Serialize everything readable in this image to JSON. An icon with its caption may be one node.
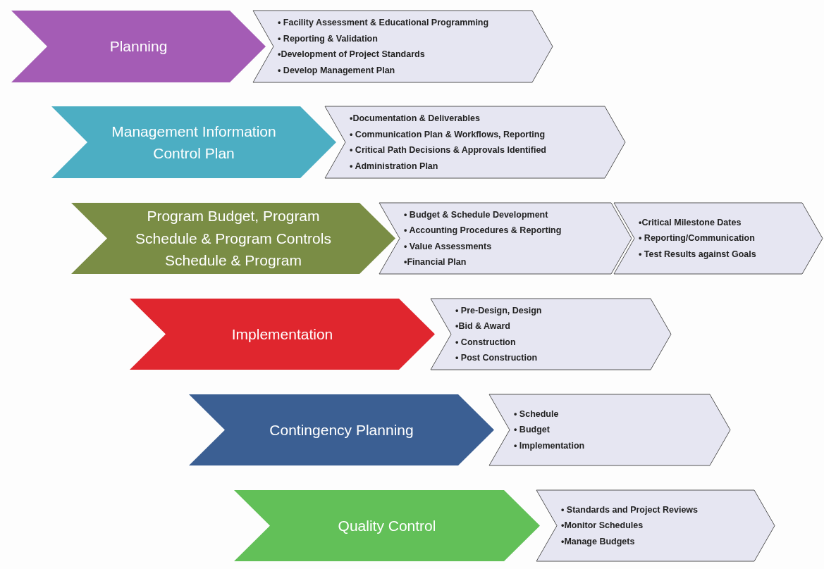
{
  "diagram": {
    "nodes": [
      {
        "text": [
          "Planning"
        ]
      },
      {
        "text": [
          "• Facility Assessment & Educational Programming",
          "• Reporting & Validation",
          "•Development of Project Standards",
          "• Develop Management Plan"
        ]
      },
      {
        "text": [
          "Management Information Control Plan"
        ]
      },
      {
        "text": [
          "•Documentation & Deliverables",
          "• Communication Plan & Workflows, Reporting",
          "• Critical Path Decisions & Approvals Identified",
          "• Administration Plan"
        ]
      },
      {
        "text": [
          "Program Budget, Program Schedule & Program Controls Schedule & Program"
        ]
      },
      {
        "text": [
          "• Budget & Schedule Development",
          "• Accounting Procedures & Reporting",
          "• Value Assessments",
          "•Financial Plan"
        ]
      },
      {
        "text": [
          "•Critical Milestone Dates",
          "• Reporting/Communication",
          "• Test Results against Goals"
        ]
      },
      {
        "text": [
          "Implementation"
        ]
      },
      {
        "text": [
          "• Pre-Design, Design",
          "•Bid & Award",
          "• Construction",
          "• Post Construction"
        ]
      },
      {
        "text": [
          "Contingency Planning"
        ]
      },
      {
        "text": [
          "• Schedule",
          "• Budget",
          "• Implementation"
        ]
      },
      {
        "text": [
          "Quality Control"
        ]
      },
      {
        "text": [
          "• Standards and Project Reviews",
          "•Monitor Schedules",
          "•Manage Budgets"
        ]
      }
    ]
  }
}
